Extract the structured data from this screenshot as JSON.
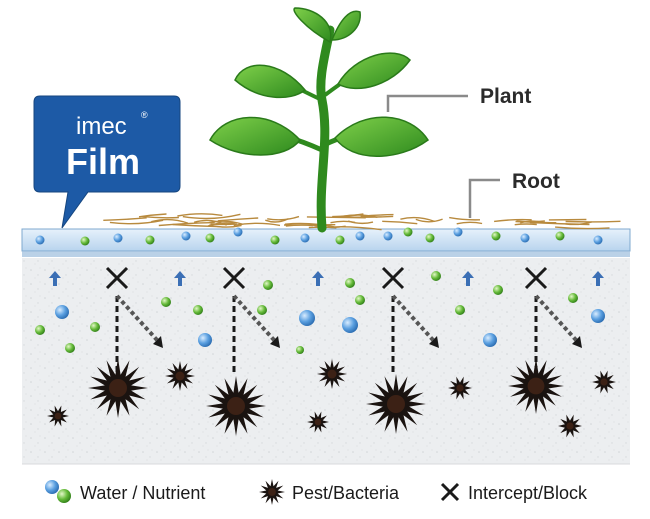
{
  "callout": {
    "brand": "imec",
    "registered": "®",
    "product": "Film",
    "color": "#1d5aa6"
  },
  "labels": {
    "plant": "Plant",
    "root": "Root"
  },
  "legend": {
    "water": "Water / Nutrient",
    "pest": "Pest/Bacteria",
    "block": "Intercept/Block"
  },
  "colors": {
    "film": "#cfe3f4",
    "film_edge": "#7fa9cf",
    "soil": "#eef0f2",
    "leaf": "#3f9e2a",
    "water_dot": "#4f95d8",
    "nutrient_dot": "#5cb33a",
    "pest": "#1a1310"
  },
  "icons": {
    "water": "water-droplet-icon",
    "pest": "pest-burst-icon",
    "block": "x-block-icon",
    "up": "up-arrow-icon"
  }
}
